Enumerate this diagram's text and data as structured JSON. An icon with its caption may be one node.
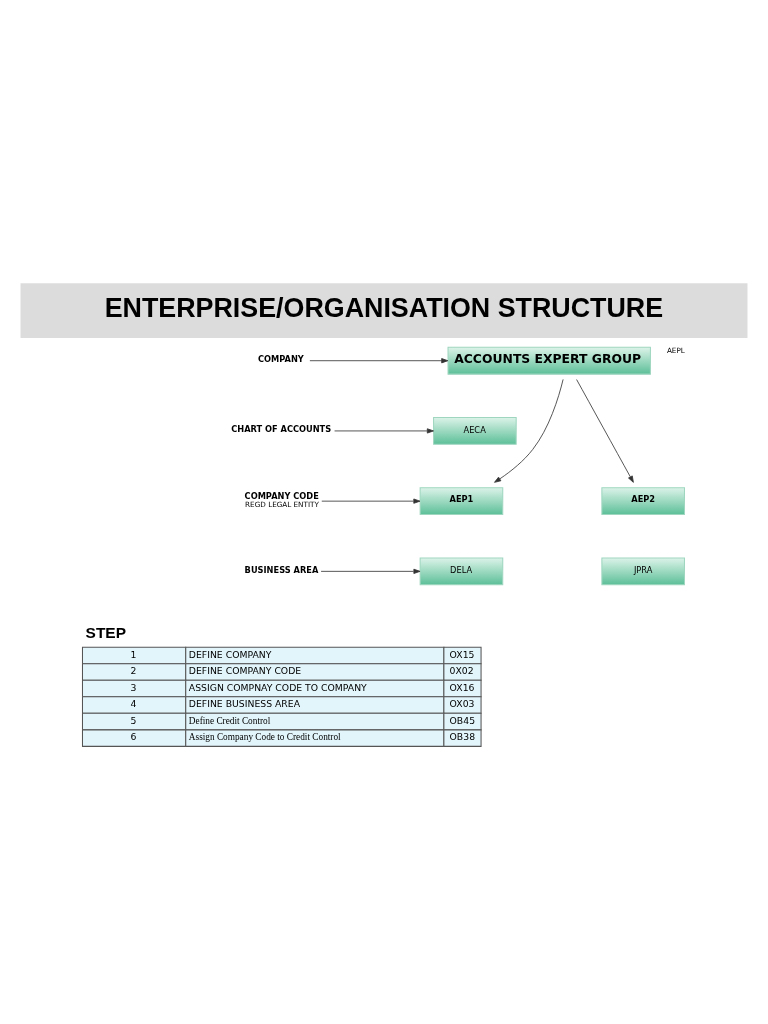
{
  "diagram": {
    "title": "ENTERPRISE/ORGANISATION STRUCTURE",
    "nodes": [
      {
        "text": [
          "COMPANY"
        ]
      },
      {
        "text": [
          "ACCOUNTS EXPERT GROUP"
        ],
        "beside": [
          "AEPL"
        ]
      },
      {
        "text": [
          "CHART OF ACCOUNTS"
        ]
      },
      {
        "text": [
          "AECA"
        ]
      },
      {
        "text": [
          "COMPANY CODE",
          "REGD LEGAL ENTITY"
        ]
      },
      {
        "text": [
          "AEP1"
        ]
      },
      {
        "text": [
          "AEP2"
        ]
      },
      {
        "text": [
          "BUSINESS AREA"
        ]
      },
      {
        "text": [
          "DELA"
        ]
      },
      {
        "text": [
          "JPRA"
        ]
      }
    ],
    "edges": [
      {
        "from": 0,
        "to": 1,
        "arrow": "to"
      },
      {
        "from": 2,
        "to": 3,
        "arrow": "to"
      },
      {
        "from": 4,
        "to": 5,
        "arrow": "to"
      },
      {
        "from": 7,
        "to": 8,
        "arrow": "to"
      },
      {
        "from": 1,
        "to": 5,
        "arrow": "to"
      },
      {
        "from": 1,
        "to": 6,
        "arrow": "to"
      }
    ],
    "labels": [
      "STEP",
      "1",
      "DEFINE COMPANY",
      "OX15",
      "2",
      "DEFINE COMPANY CODE",
      "0X02",
      "3",
      "ASSIGN COMPNAY CODE TO COMPANY",
      "OX16",
      "4",
      "DEFINE BUSINESS AREA",
      "OX03",
      "5",
      "Define Credit Control",
      "OB45",
      "6",
      "Assign Company Code to Credit Control",
      "OB38"
    ]
  }
}
